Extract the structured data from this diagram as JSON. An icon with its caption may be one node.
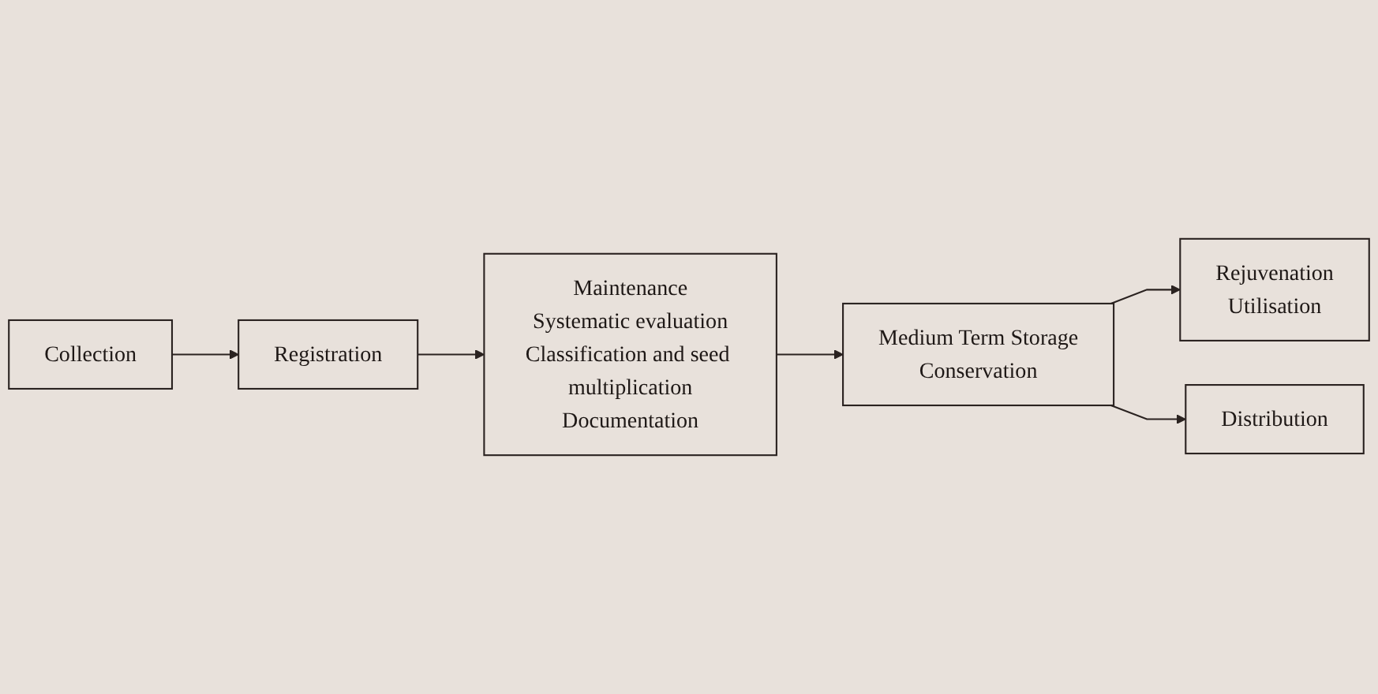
{
  "diagram": {
    "nodes": [
      {
        "text": [
          "Collection"
        ]
      },
      {
        "text": [
          "Rejuvenation",
          "Utilisation"
        ]
      },
      {
        "text": [
          "Maintenance",
          "Systematic evaluation",
          "Classification and seed multiplication",
          "Documentation"
        ]
      },
      {
        "text": [
          "Medium Term Storage",
          "Conservation"
        ]
      },
      {
        "text": [
          "Registration"
        ]
      },
      {
        "text": [
          "Distribution"
        ]
      }
    ],
    "edges": [
      {
        "from": 0,
        "to": 4,
        "arrow": "to"
      },
      {
        "from": 4,
        "to": 2,
        "arrow": "to"
      },
      {
        "from": 2,
        "to": 3,
        "arrow": "to"
      },
      {
        "from": 3,
        "to": 1,
        "arrow": "to"
      },
      {
        "from": 3,
        "to": 5,
        "arrow": "to"
      }
    ]
  }
}
